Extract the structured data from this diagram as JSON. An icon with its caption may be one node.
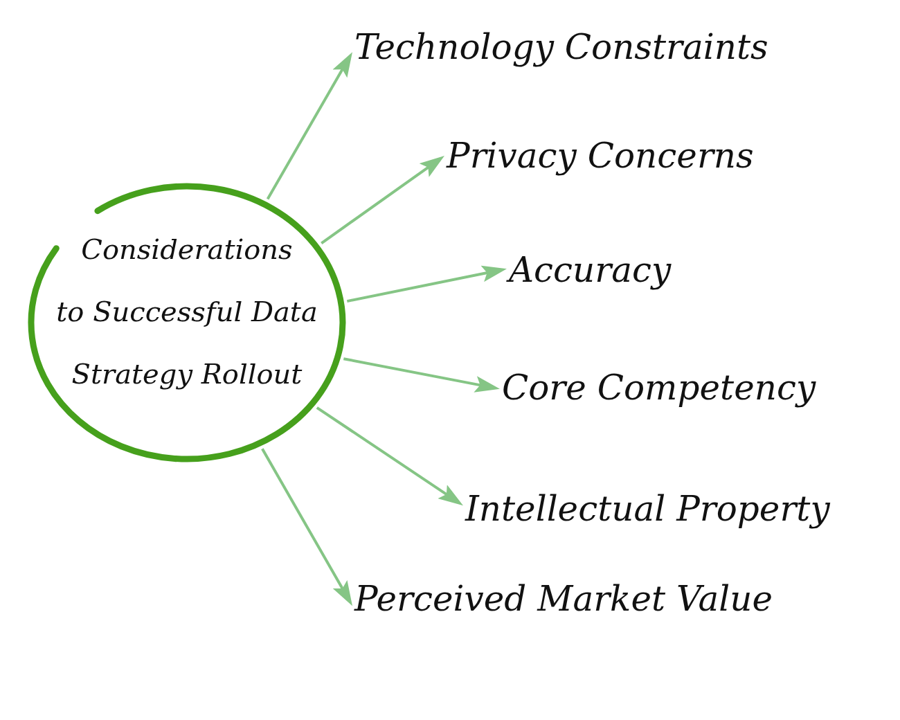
{
  "diagram": {
    "nodes": [
      {
        "text": [
          "Considerations to Successful Data Strategy Rollout"
        ]
      },
      {
        "text": [
          "Technology Constraints"
        ]
      },
      {
        "text": [
          "Privacy Concerns"
        ]
      },
      {
        "text": [
          "Accuracy"
        ]
      },
      {
        "text": [
          "Core Competency"
        ]
      },
      {
        "text": [
          "Intellectual Property"
        ]
      },
      {
        "text": [
          "Perceived Market Value"
        ]
      }
    ],
    "edges": [
      {
        "from": 0,
        "to": 1,
        "arrow": "to"
      },
      {
        "from": 0,
        "to": 2,
        "arrow": "to"
      },
      {
        "from": 0,
        "to": 3,
        "arrow": "to"
      },
      {
        "from": 0,
        "to": 4,
        "arrow": "to"
      },
      {
        "from": 0,
        "to": 5,
        "arrow": "to"
      },
      {
        "from": 0,
        "to": 6,
        "arrow": "to"
      }
    ]
  }
}
